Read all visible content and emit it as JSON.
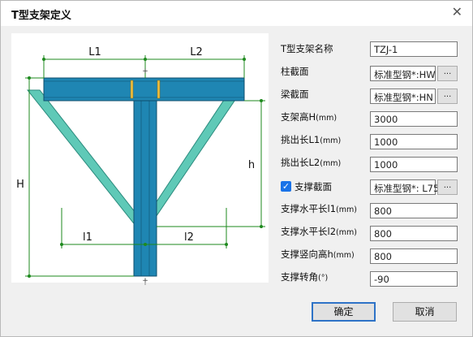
{
  "dialog": {
    "title": "T型支架定义",
    "close_glyph": "✕"
  },
  "diagram": {
    "label_L1": "L1",
    "label_L2": "L2",
    "label_H": "H",
    "label_h": "h",
    "label_l1": "l1",
    "label_l2": "l2"
  },
  "form": {
    "name_label": "T型支架名称",
    "name_value": "TZJ-1",
    "column_label": "柱截面",
    "column_value": "标准型钢*:HW",
    "beam_label": "梁截面",
    "beam_value": "标准型钢*:HN",
    "height_label": "支架高H",
    "height_unit": "(mm)",
    "height_value": "3000",
    "l1_label": "挑出长L1",
    "l1_unit": "(mm)",
    "l1_value": "1000",
    "l2_label": "挑出长L2",
    "l2_unit": "(mm)",
    "l2_value": "1000",
    "brace_label": "支撑截面",
    "brace_checked": true,
    "brace_value": "标准型钢*: L75",
    "brace_l1_label": "支撑水平长l1",
    "brace_l1_unit": "(mm)",
    "brace_l1_value": "800",
    "brace_l2_label": "支撑水平长l2",
    "brace_l2_unit": "(mm)",
    "brace_l2_value": "800",
    "brace_h_label": "支撑竖向高h",
    "brace_h_unit": "(mm)",
    "brace_h_value": "800",
    "rotate_label": "支撑转角",
    "rotate_unit": "(°)",
    "rotate_value": "-90",
    "browse_label": "..."
  },
  "buttons": {
    "ok": "确定",
    "cancel": "取消"
  },
  "colors": {
    "steel": "#1f86b3",
    "brace": "#5fc9b7",
    "dim_line": "#1e8a1e"
  }
}
